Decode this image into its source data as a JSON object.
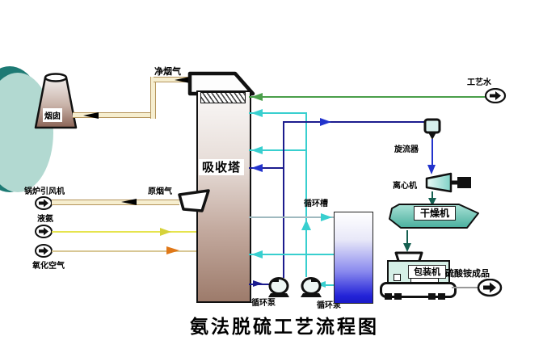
{
  "diagram": {
    "title": "氨法脱硫工艺流程图",
    "labels": {
      "chimney": "烟囱",
      "clean_gas": "净烟气",
      "tower": "吸收塔",
      "boiler_fan": "锅炉引风机",
      "raw_gas": "原烟气",
      "liquid_ammonia": "液氨",
      "oxidation_air": "氧化空气",
      "process_water": "工艺水",
      "circulation_tank": "循环槽",
      "circulation_pump": "循环泵",
      "cyclone": "旋流器",
      "centrifuge": "离心机",
      "dryer": "干燥机",
      "packer": "包装机",
      "product": "硫酸铵成品"
    }
  },
  "colors": {
    "pipe_tan": "#b5955c",
    "ammonia_yellow": "#e6e44e",
    "oxidation_orange": "#e07818",
    "water_green": "#4a9e4a",
    "cyan": "#38cfcf",
    "navy": "#1c1c8e",
    "blue_arrow": "#2233cc",
    "dark_teal": "#155f50",
    "gray_line": "#999999",
    "tank_blue": "#1a1ac8"
  }
}
